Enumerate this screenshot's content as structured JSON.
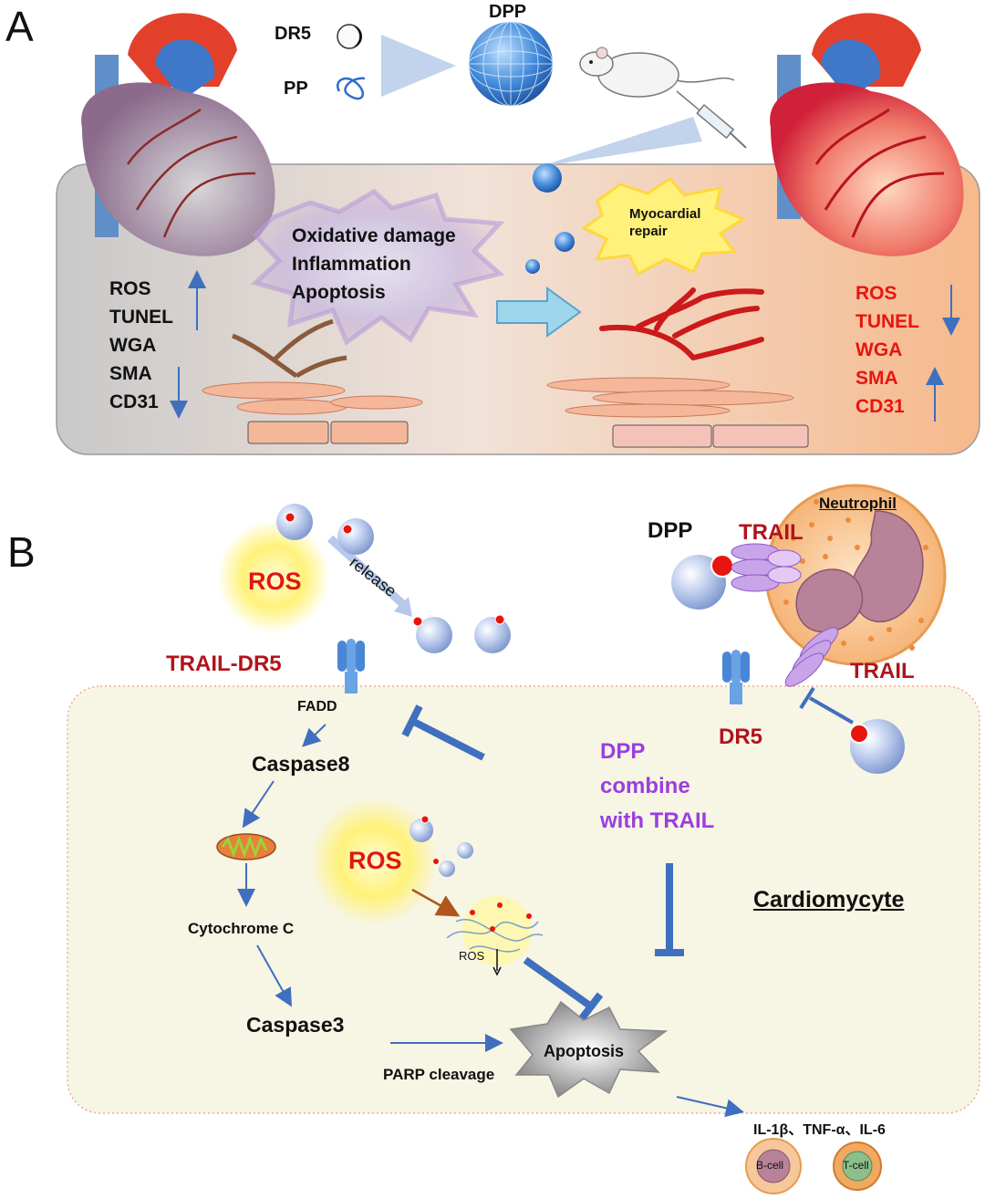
{
  "panelA": {
    "letter": "A",
    "dr5_label": "DR5",
    "pp_label": "PP",
    "dpp_label": "DPP",
    "damage_lines": [
      "Oxidative damage",
      "Inflammation",
      "Apoptosis"
    ],
    "repair_label": [
      "Myocardial",
      "repair"
    ],
    "left_markers": [
      "ROS",
      "TUNEL",
      "WGA",
      "SMA",
      "CD31"
    ],
    "right_markers": [
      "ROS",
      "TUNEL",
      "WGA",
      "SMA",
      "CD31"
    ]
  },
  "panelB": {
    "letter": "B",
    "ros_top": "ROS",
    "release": "release",
    "trail_dr5": "TRAIL-DR5",
    "fadd": "FADD",
    "caspase8": "Caspase8",
    "cytochrome": "Cytochrome C",
    "caspase3": "Caspase3",
    "parp": "PARP cleavage",
    "apoptosis": "Apoptosis",
    "ros_mid": "ROS",
    "ros_small": "ROS",
    "dpp_combine": [
      "DPP",
      "combine",
      "with TRAIL"
    ],
    "dpp": "DPP",
    "trail_top": "TRAIL",
    "trail_bottom": "TRAIL",
    "neutrophil": "Neutrophil",
    "dr5": "DR5",
    "cardiomycyte": "Cardiomycyte",
    "cytokines": "IL-1β、TNF-α、IL-6",
    "bcell": "B-cell",
    "tcell": "T-cell"
  },
  "colors": {
    "arrow_blue": "#3f6fbf",
    "marker_red": "#e8150e",
    "trail_red": "#b0141c",
    "purple": "#9b3ee0"
  }
}
